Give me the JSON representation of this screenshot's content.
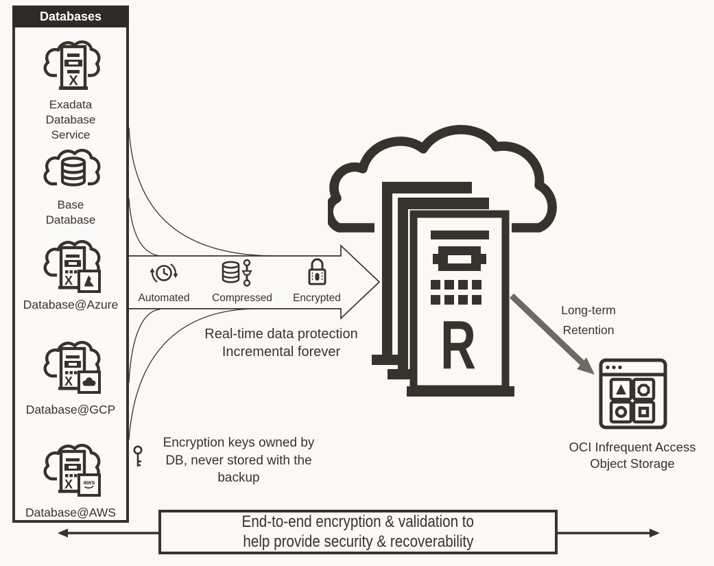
{
  "colors": {
    "ink": "#38322d",
    "header_bg": "#2f2a26",
    "gray_arrow": "#6f6962",
    "background": "#faf9f6",
    "header_text": "#ffffff"
  },
  "databases_panel": {
    "header": "Databases",
    "x_glyph": "X",
    "aws_badge_text": "aws",
    "items": [
      {
        "icon": "exadata-database-icon",
        "lines": [
          "Exadata",
          "Database",
          "Service"
        ]
      },
      {
        "icon": "base-database-icon",
        "lines": [
          "Base",
          "Database"
        ]
      },
      {
        "icon": "database-azure-icon",
        "lines": [
          "Database@Azure"
        ]
      },
      {
        "icon": "database-gcp-icon",
        "lines": [
          "Database@GCP"
        ]
      },
      {
        "icon": "database-aws-icon",
        "lines": [
          "Database@AWS"
        ]
      }
    ]
  },
  "pipeline": {
    "labels": [
      "Automated",
      "Compressed",
      "Encrypted"
    ]
  },
  "protection_note": {
    "lines": [
      "Real-time data protection",
      "Incremental forever"
    ]
  },
  "encryption_note": {
    "lines": [
      "Encryption keys owned by",
      "DB, never stored with the",
      "backup"
    ]
  },
  "recovery_service": {
    "letter": "R"
  },
  "retention_note": {
    "lines": [
      "Long-term",
      "Retention"
    ]
  },
  "object_storage": {
    "lines": [
      "OCI Infrequent Access",
      "Object Storage"
    ]
  },
  "banner": {
    "lines": [
      "End-to-end encryption & validation to",
      "help provide security & recoverability"
    ]
  }
}
